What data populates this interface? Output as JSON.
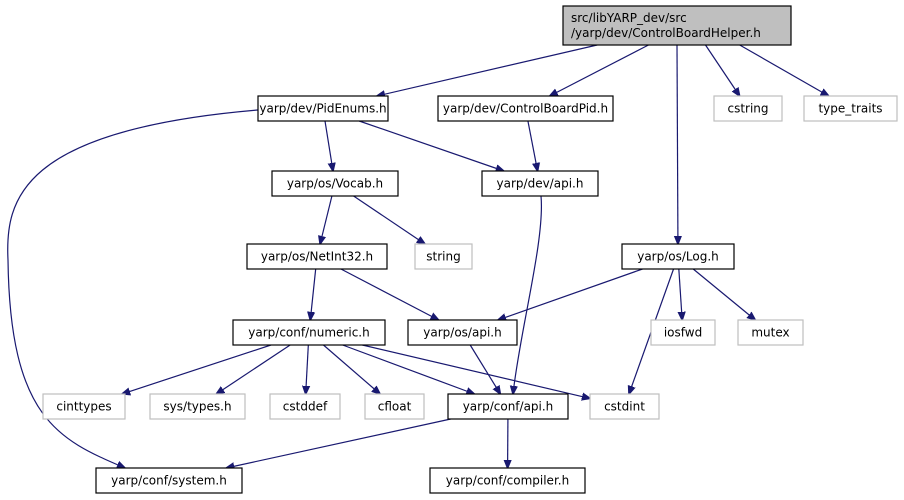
{
  "graph": {
    "colors": {
      "edge": "#191970",
      "root_fill": "#bfbfbf",
      "external_border": "#bfbfbf"
    },
    "nodes": [
      {
        "id": "root",
        "lines": [
          "src/libYARP_dev/src",
          "/yarp/dev/ControlBoardHelper.h"
        ],
        "kind": "root"
      },
      {
        "id": "pidenums",
        "lines": [
          "yarp/dev/PidEnums.h"
        ],
        "kind": "doc"
      },
      {
        "id": "cbpid",
        "lines": [
          "yarp/dev/ControlBoardPid.h"
        ],
        "kind": "doc"
      },
      {
        "id": "cstring",
        "lines": [
          "cstring"
        ],
        "kind": "ext"
      },
      {
        "id": "type_traits",
        "lines": [
          "type_traits"
        ],
        "kind": "ext"
      },
      {
        "id": "vocab",
        "lines": [
          "yarp/os/Vocab.h"
        ],
        "kind": "doc"
      },
      {
        "id": "devapi",
        "lines": [
          "yarp/dev/api.h"
        ],
        "kind": "doc"
      },
      {
        "id": "netint32",
        "lines": [
          "yarp/os/NetInt32.h"
        ],
        "kind": "doc"
      },
      {
        "id": "string",
        "lines": [
          "string"
        ],
        "kind": "ext"
      },
      {
        "id": "log",
        "lines": [
          "yarp/os/Log.h"
        ],
        "kind": "doc"
      },
      {
        "id": "numeric",
        "lines": [
          "yarp/conf/numeric.h"
        ],
        "kind": "doc"
      },
      {
        "id": "osapi",
        "lines": [
          "yarp/os/api.h"
        ],
        "kind": "doc"
      },
      {
        "id": "iosfwd",
        "lines": [
          "iosfwd"
        ],
        "kind": "ext"
      },
      {
        "id": "mutex",
        "lines": [
          "mutex"
        ],
        "kind": "ext"
      },
      {
        "id": "cinttypes",
        "lines": [
          "cinttypes"
        ],
        "kind": "ext"
      },
      {
        "id": "systypes",
        "lines": [
          "sys/types.h"
        ],
        "kind": "ext"
      },
      {
        "id": "cstddef",
        "lines": [
          "cstddef"
        ],
        "kind": "ext"
      },
      {
        "id": "cfloat",
        "lines": [
          "cfloat"
        ],
        "kind": "ext"
      },
      {
        "id": "confapi",
        "lines": [
          "yarp/conf/api.h"
        ],
        "kind": "doc"
      },
      {
        "id": "cstdint",
        "lines": [
          "cstdint"
        ],
        "kind": "ext"
      },
      {
        "id": "system",
        "lines": [
          "yarp/conf/system.h"
        ],
        "kind": "doc"
      },
      {
        "id": "compiler",
        "lines": [
          "yarp/conf/compiler.h"
        ],
        "kind": "doc"
      }
    ],
    "edges": [
      [
        "root",
        "pidenums"
      ],
      [
        "root",
        "cbpid"
      ],
      [
        "root",
        "log"
      ],
      [
        "root",
        "cstring"
      ],
      [
        "root",
        "type_traits"
      ],
      [
        "pidenums",
        "vocab"
      ],
      [
        "pidenums",
        "devapi"
      ],
      [
        "pidenums",
        "system"
      ],
      [
        "cbpid",
        "devapi"
      ],
      [
        "vocab",
        "netint32"
      ],
      [
        "vocab",
        "string"
      ],
      [
        "devapi",
        "confapi"
      ],
      [
        "netint32",
        "numeric"
      ],
      [
        "netint32",
        "osapi"
      ],
      [
        "log",
        "osapi"
      ],
      [
        "log",
        "cstdint"
      ],
      [
        "log",
        "iosfwd"
      ],
      [
        "log",
        "mutex"
      ],
      [
        "numeric",
        "cinttypes"
      ],
      [
        "numeric",
        "systypes"
      ],
      [
        "numeric",
        "cstddef"
      ],
      [
        "numeric",
        "cfloat"
      ],
      [
        "numeric",
        "confapi"
      ],
      [
        "numeric",
        "cstdint"
      ],
      [
        "osapi",
        "confapi"
      ],
      [
        "confapi",
        "system"
      ],
      [
        "confapi",
        "compiler"
      ]
    ]
  }
}
